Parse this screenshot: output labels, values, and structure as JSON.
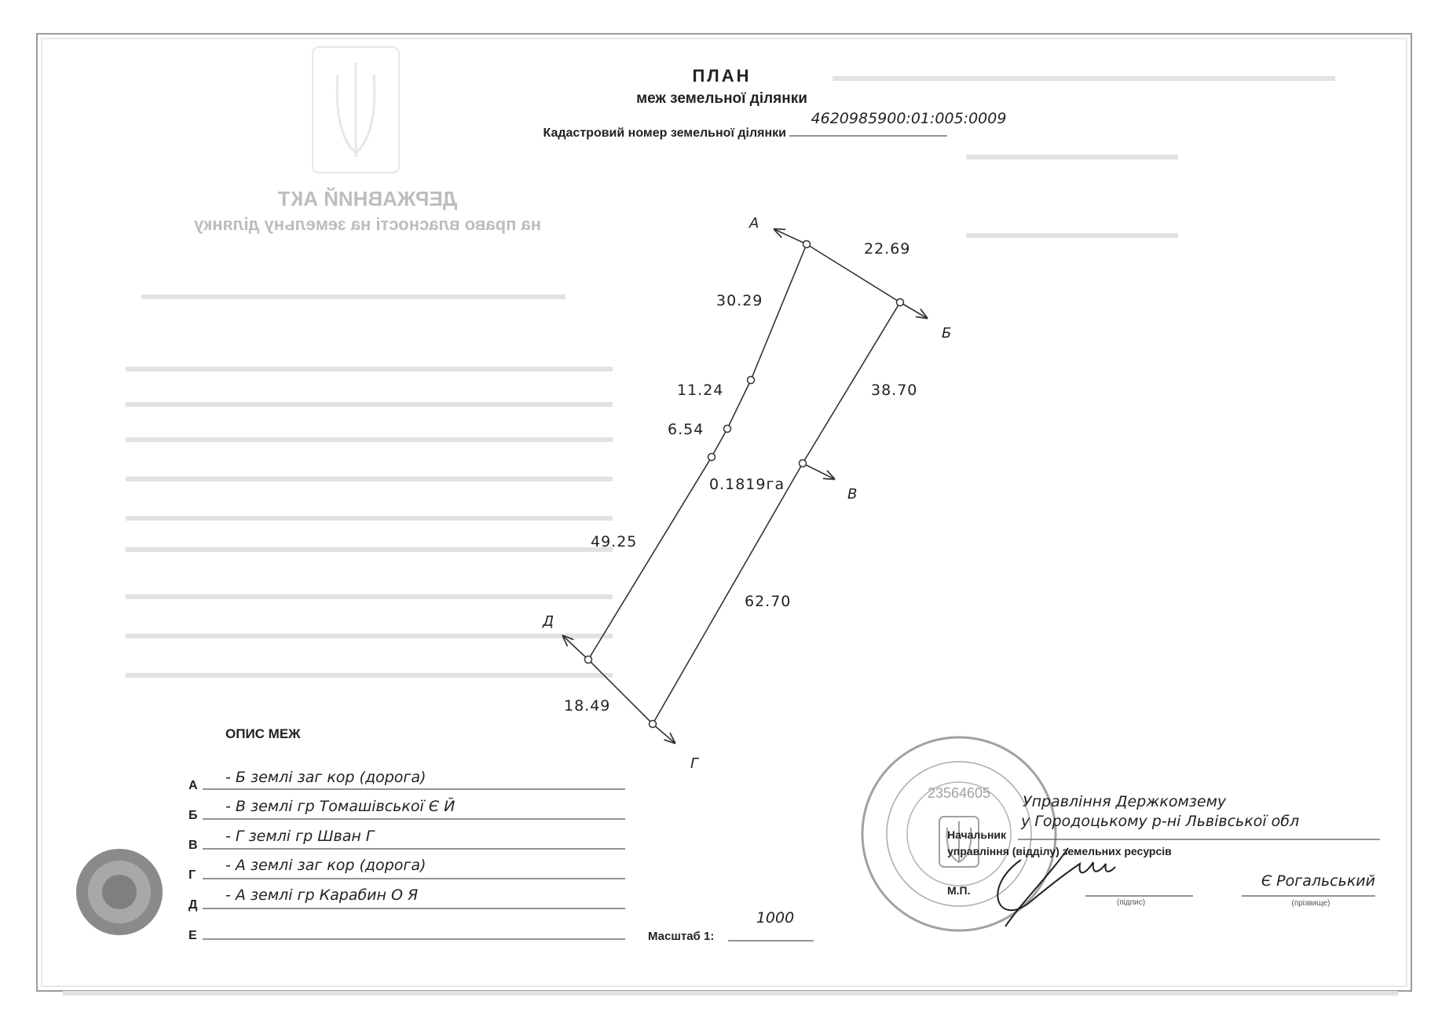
{
  "ghost": {
    "title": "ДЕРЖАВНИЙ АКТ",
    "subtitle": "на право власності на земельну ділянку"
  },
  "header": {
    "title": "ПЛАН",
    "subtitle": "меж земельної ділянки",
    "cadastral_label": "Кадастровий номер земельної ділянки",
    "cadastral_number": "4620985900:01:005:0009"
  },
  "plan": {
    "points": [
      "А",
      "Б",
      "В",
      "Г",
      "Д"
    ],
    "lengths": {
      "a_b": "22.69",
      "left_top": "30.29",
      "left_mid": "11.24",
      "left_small": "6.54",
      "right_top": "38.70",
      "left_bottom": "49.25",
      "right_bottom": "62.70",
      "bottom": "18.49"
    },
    "area": "0.1819га"
  },
  "boundaries": {
    "title": "ОПИС МЕЖ",
    "rows": [
      {
        "letter": "А",
        "text": "- Б землі заг кор (дорога)"
      },
      {
        "letter": "Б",
        "text": "- В землі гр Томашівської Є Й"
      },
      {
        "letter": "В",
        "text": "- Г землі гр Шван Г"
      },
      {
        "letter": "Г",
        "text": "- А землі заг кор (дорога)"
      },
      {
        "letter": "Д",
        "text": "- А землі гр Карабин О Я"
      },
      {
        "letter": "Е",
        "text": ""
      }
    ]
  },
  "scale": {
    "label": "Масштаб 1:",
    "value": "1000"
  },
  "signature": {
    "org_line1": "Управління Держкомзему",
    "org_line2": "у Городоцькому р-ні Львівської обл",
    "chief_label": "Начальник",
    "dept_label": "управління (відділу) земельних ресурсів",
    "stamp_label": "М.П.",
    "sign_caption": "(підпис)",
    "name": "Є Рогальський",
    "name_caption": "(прізвище)"
  },
  "stamp": {
    "code": "23564605"
  }
}
